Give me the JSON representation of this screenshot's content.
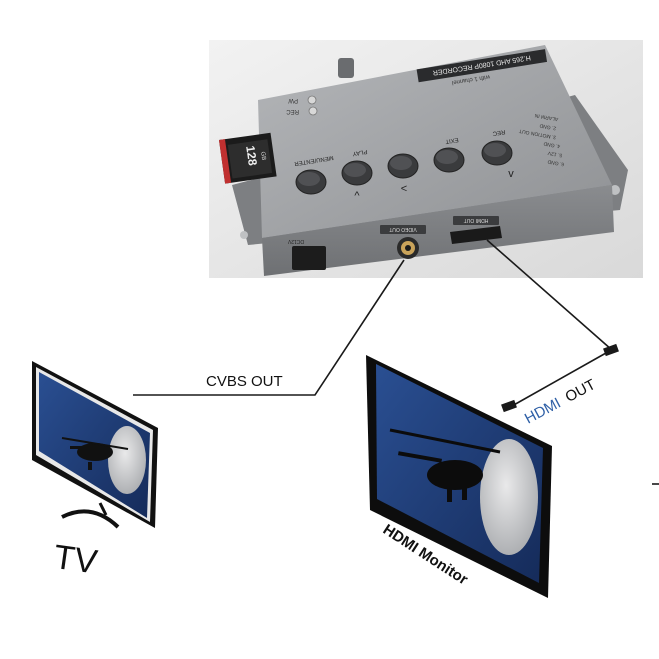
{
  "device": {
    "brand_strip": "H.265 AHD 1080P RECORDER",
    "brand_sub": "with 1 channel",
    "sd_card_label": "128",
    "sd_card_unit": "GB",
    "led_labels": [
      "PW",
      "REC"
    ],
    "buttons": [
      {
        "label": "MENU/ENTER",
        "glyph": ""
      },
      {
        "label": "PLAY",
        "glyph": "^"
      },
      {
        "label": "",
        "glyph": "<"
      },
      {
        "label": "EXIT",
        "glyph": ""
      },
      {
        "label": "REC",
        "glyph": "v"
      }
    ],
    "side_labels": [
      "ALARM IN",
      "2. GND",
      "3. MOTION OUT",
      "4. GND",
      "5. 12V",
      "6. GND"
    ],
    "port_labels": {
      "cvbs": "VIDEO OUT",
      "hdmi": "HDMI OUT",
      "dc": "DC12V"
    }
  },
  "connections": {
    "cvbs_label": "CVBS OUT",
    "hdmi_label_part1": "HDMI",
    "hdmi_label_part2": "OUT"
  },
  "tv": {
    "label": "TV"
  },
  "monitor": {
    "label": "HDMI Monitor"
  },
  "colors": {
    "hdmi_text": "#2e5fa6",
    "screen_bg": "#1f3d78",
    "device_body": "#9a9c9f",
    "photo_bg": "#e6e6e6",
    "bezel": "#121212"
  }
}
